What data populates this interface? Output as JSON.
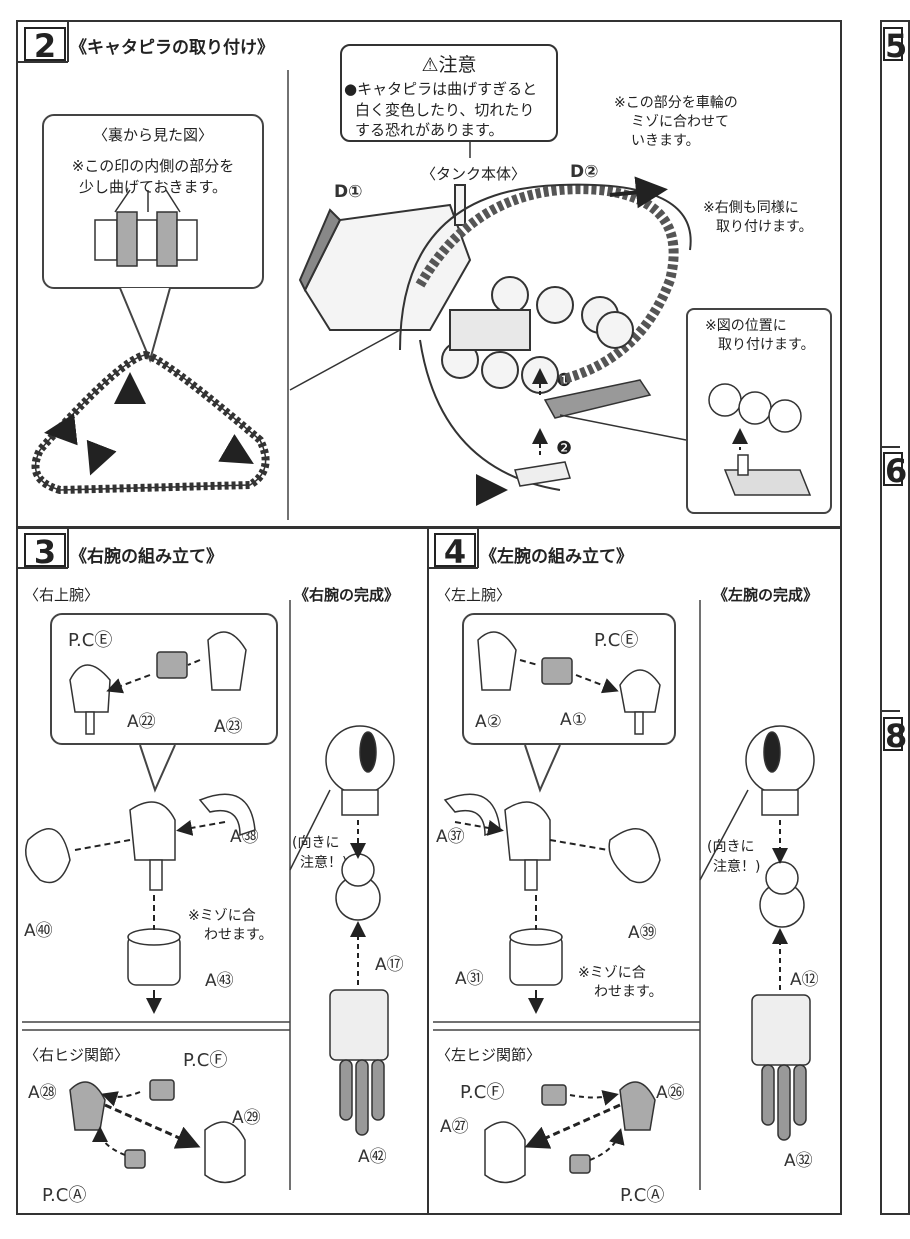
{
  "step2": {
    "num": "2",
    "title": "《キャタピラの取り付け》",
    "back_view_title": "〈裏から見た図〉",
    "back_view_note_1": "※この印の内側の部分を",
    "back_view_note_2": "少し曲げておきます。",
    "caution_title": "⚠注意",
    "caution_line_1": "●キャタピラは曲げすぎると",
    "caution_line_2": "白く変色したり、切れたり",
    "caution_line_3": "する恐れがあります。",
    "tank_body": "〈タンク本体〉",
    "part_d1": "D①",
    "part_d2": "D②",
    "wheel_note_1": "※この部分を車輪の",
    "wheel_note_2": "ミゾに合わせて",
    "wheel_note_3": "いきます。",
    "right_note_1": "※右側も同様に",
    "right_note_2": "取り付けます。",
    "pos_note_1": "※図の位置に",
    "pos_note_2": "取り付けます。",
    "order_1": "❶",
    "order_2": "❷"
  },
  "step3": {
    "num": "3",
    "title": "《右腕の組み立て》",
    "upper_arm": "〈右上腕〉",
    "complete": "《右腕の完成》",
    "pc_e": "P.CⒺ",
    "a23": "A㉓",
    "a22": "A㉒",
    "a38": "A㊳",
    "a40": "A㊵",
    "a43": "A㊸",
    "groove_note_1": "※ミゾに合",
    "groove_note_2": "わせます。",
    "direction_note_1": "(向きに",
    "direction_note_2": "注意！)",
    "a17": "A⑰",
    "a42": "A㊷",
    "elbow": "〈右ヒジ関節〉",
    "pc_f": "P.CⒻ",
    "a28": "A㉘",
    "a29": "A㉙",
    "pc_a": "P.CⒶ"
  },
  "step4": {
    "num": "4",
    "title": "《左腕の組み立て》",
    "upper_arm": "〈左上腕〉",
    "complete": "《左腕の完成》",
    "pc_e": "P.CⒺ",
    "a2": "A②",
    "a1": "A①",
    "a37": "A㊲",
    "a39": "A㊴",
    "a31": "A㉛",
    "groove_note_1": "※ミゾに合",
    "groove_note_2": "わせます。",
    "direction_note_1": "(向きに",
    "direction_note_2": "注意！)",
    "a12": "A⑫",
    "a32": "A㉜",
    "elbow": "〈左ヒジ関節〉",
    "pc_f": "P.CⒻ",
    "a26": "A㉖",
    "a27": "A㉗",
    "pc_a": "P.CⒶ"
  },
  "next_page": {
    "step5": "5",
    "step6": "6",
    "step8": "8"
  }
}
